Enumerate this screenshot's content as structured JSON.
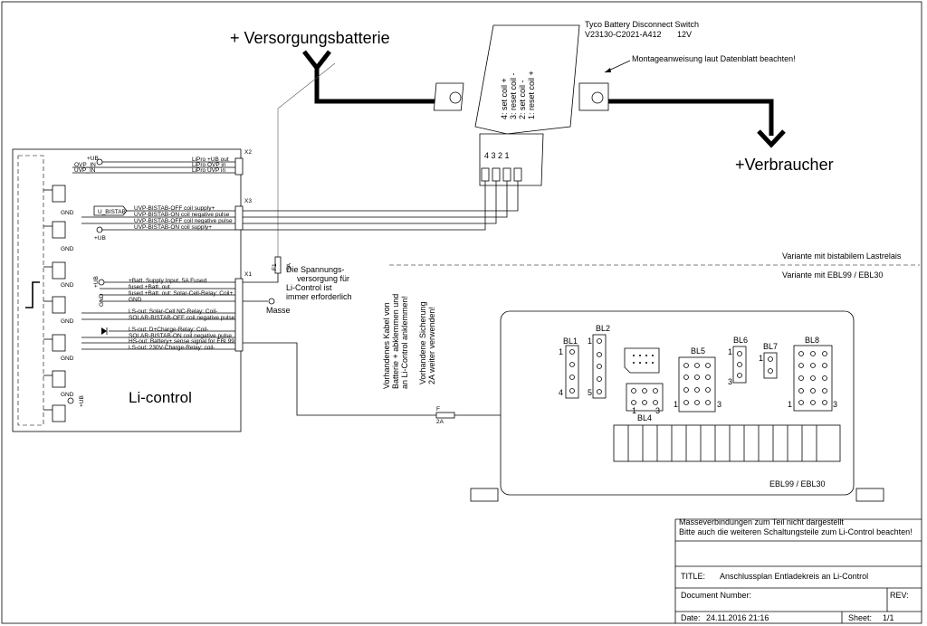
{
  "labels": {
    "plus_battery": "+ Versorgungsbatterie",
    "plus_consumer": "+Verbraucher",
    "switch_name": "Tyco Battery Disconnect Switch",
    "switch_part": "V23130-C2021-A412",
    "switch_volt": "12V",
    "montage_note": "Montageanweisung laut Datenblatt beachten!",
    "coil_pins": [
      "4: set coil +",
      "3: reset coil -",
      "2: set coil -",
      "1: reset coil +"
    ],
    "connector_nums": "4 3 2 1",
    "li_control": "Li-control",
    "masse": "Masse",
    "fuse_note": [
      "Die Spannungs-",
      "versorgung für",
      "Li-Control ist",
      "immer erforderlich"
    ],
    "fuse_f1": "F1",
    "fuse_5a": "5A",
    "cable_note": [
      "Vorhandenes Kabel von",
      "Batterie + abklemmen und",
      "an Li-Control anklemmen!"
    ],
    "fuse2_note": [
      "Vorhandene Sicherung",
      "2A weiter verwenden!"
    ],
    "fuse2_f": "F",
    "fuse2_2a": "2A",
    "variant_top": "Variante mit bistabilem Lastrelais",
    "variant_bottom": "Variante mit EBL99 / EBL30",
    "ebl": "EBL99 / EBL30",
    "x2": "X2",
    "x3": "X3",
    "x1": "X1",
    "x2_left": [
      "+UB",
      "OVP_IN",
      "UVP_IN"
    ],
    "x2_right": [
      "LiPro +UB out",
      "LiPro OVP in",
      "LiPro UVP in"
    ],
    "x3_label": "U_BISTAB",
    "x3_right": [
      "UVP-BISTAB-OFF coil supply+",
      "UVP-BISTAB-ON coil negative pulse",
      "UVP-BISTAB-OFF coil negative pulse",
      "UVP-BISTAB-ON coil supply+"
    ],
    "x1_right": [
      "+Batt. Supply Input, 5A Fused",
      "fused +Batt. out",
      "fused +Batt. out: Solar-Cell-Relay: Coil+",
      "GND",
      "LS-out: Solar-Cell NC-Relay: Coil-",
      "SOLAR-BISTAB-OFF coil negative pulse",
      "LS-out: D+Charge-Relay: Coil-",
      "SOLAR-BISTAB-ON coil negative pulse",
      "HS-out: Battery+ sense signal for EBL99",
      "LS-out: 230V-Charge-Relay: coil-"
    ],
    "gnd": "GND",
    "plus_ub": "+UB",
    "bl": {
      "bl1": "BL1",
      "bl2": "BL2",
      "bl4": "BL4",
      "bl5": "BL5",
      "bl6": "BL6",
      "bl7": "BL7",
      "bl8": "BL8"
    }
  },
  "titleblock": {
    "note1": "Masseverbindungen zum Teil nicht dargestellt",
    "note2": "Bitte auch die weiteren Schaltungsteile zum Li-Control beachten!",
    "title_label": "TITLE:",
    "title_value": "Anschlussplan Entladekreis an Li-Control",
    "docnum_label": "Document Number:",
    "rev_label": "REV:",
    "date_label": "Date:",
    "date_value": "24.11.2016 21:16",
    "sheet_label": "Sheet:",
    "sheet_value": "1/1"
  },
  "colors": {
    "line": "#000000",
    "background": "#ffffff"
  }
}
